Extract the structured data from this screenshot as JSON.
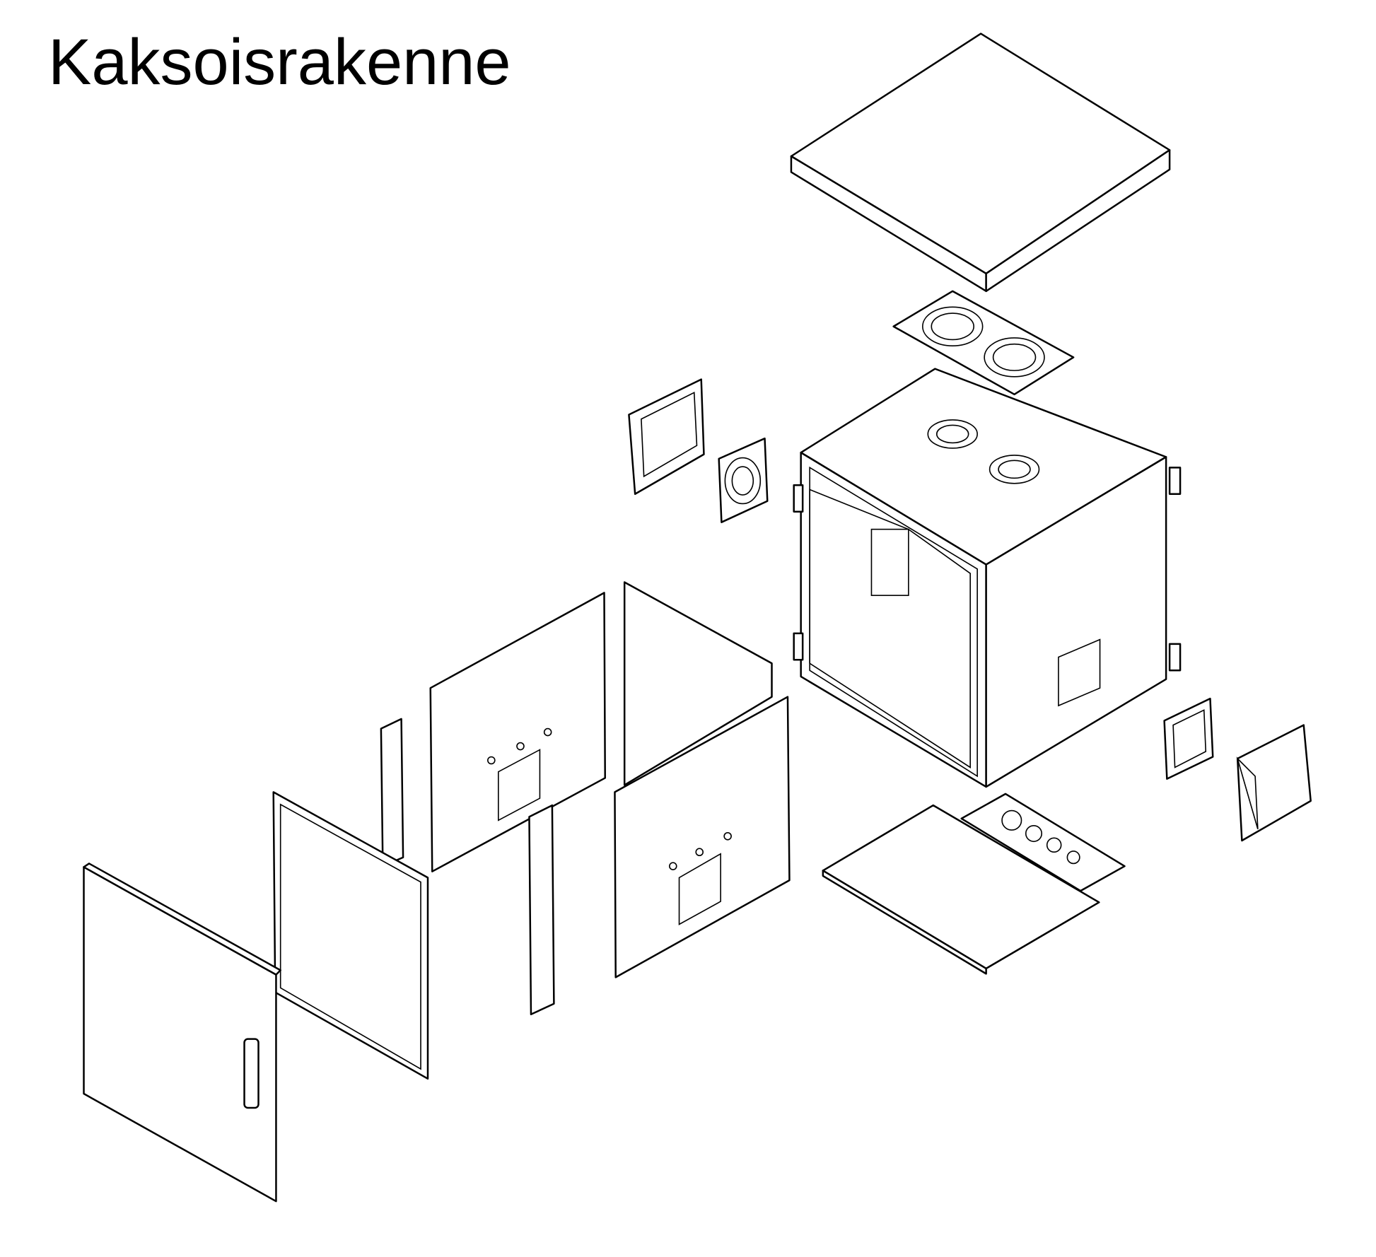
{
  "title": "Kaksoisrakenne",
  "colors": {
    "line": "#000000",
    "background": "#ffffff"
  },
  "parts": [
    "top-cover",
    "fan-plate",
    "cabinet-body",
    "fan-filter-housing-left",
    "fan-left",
    "side-panel-left",
    "back-panel",
    "rack-rail-rear",
    "rack-rail-front",
    "glass-door-frame",
    "front-door",
    "bottom-plate",
    "fan-filter-right",
    "filter-hood-right"
  ]
}
